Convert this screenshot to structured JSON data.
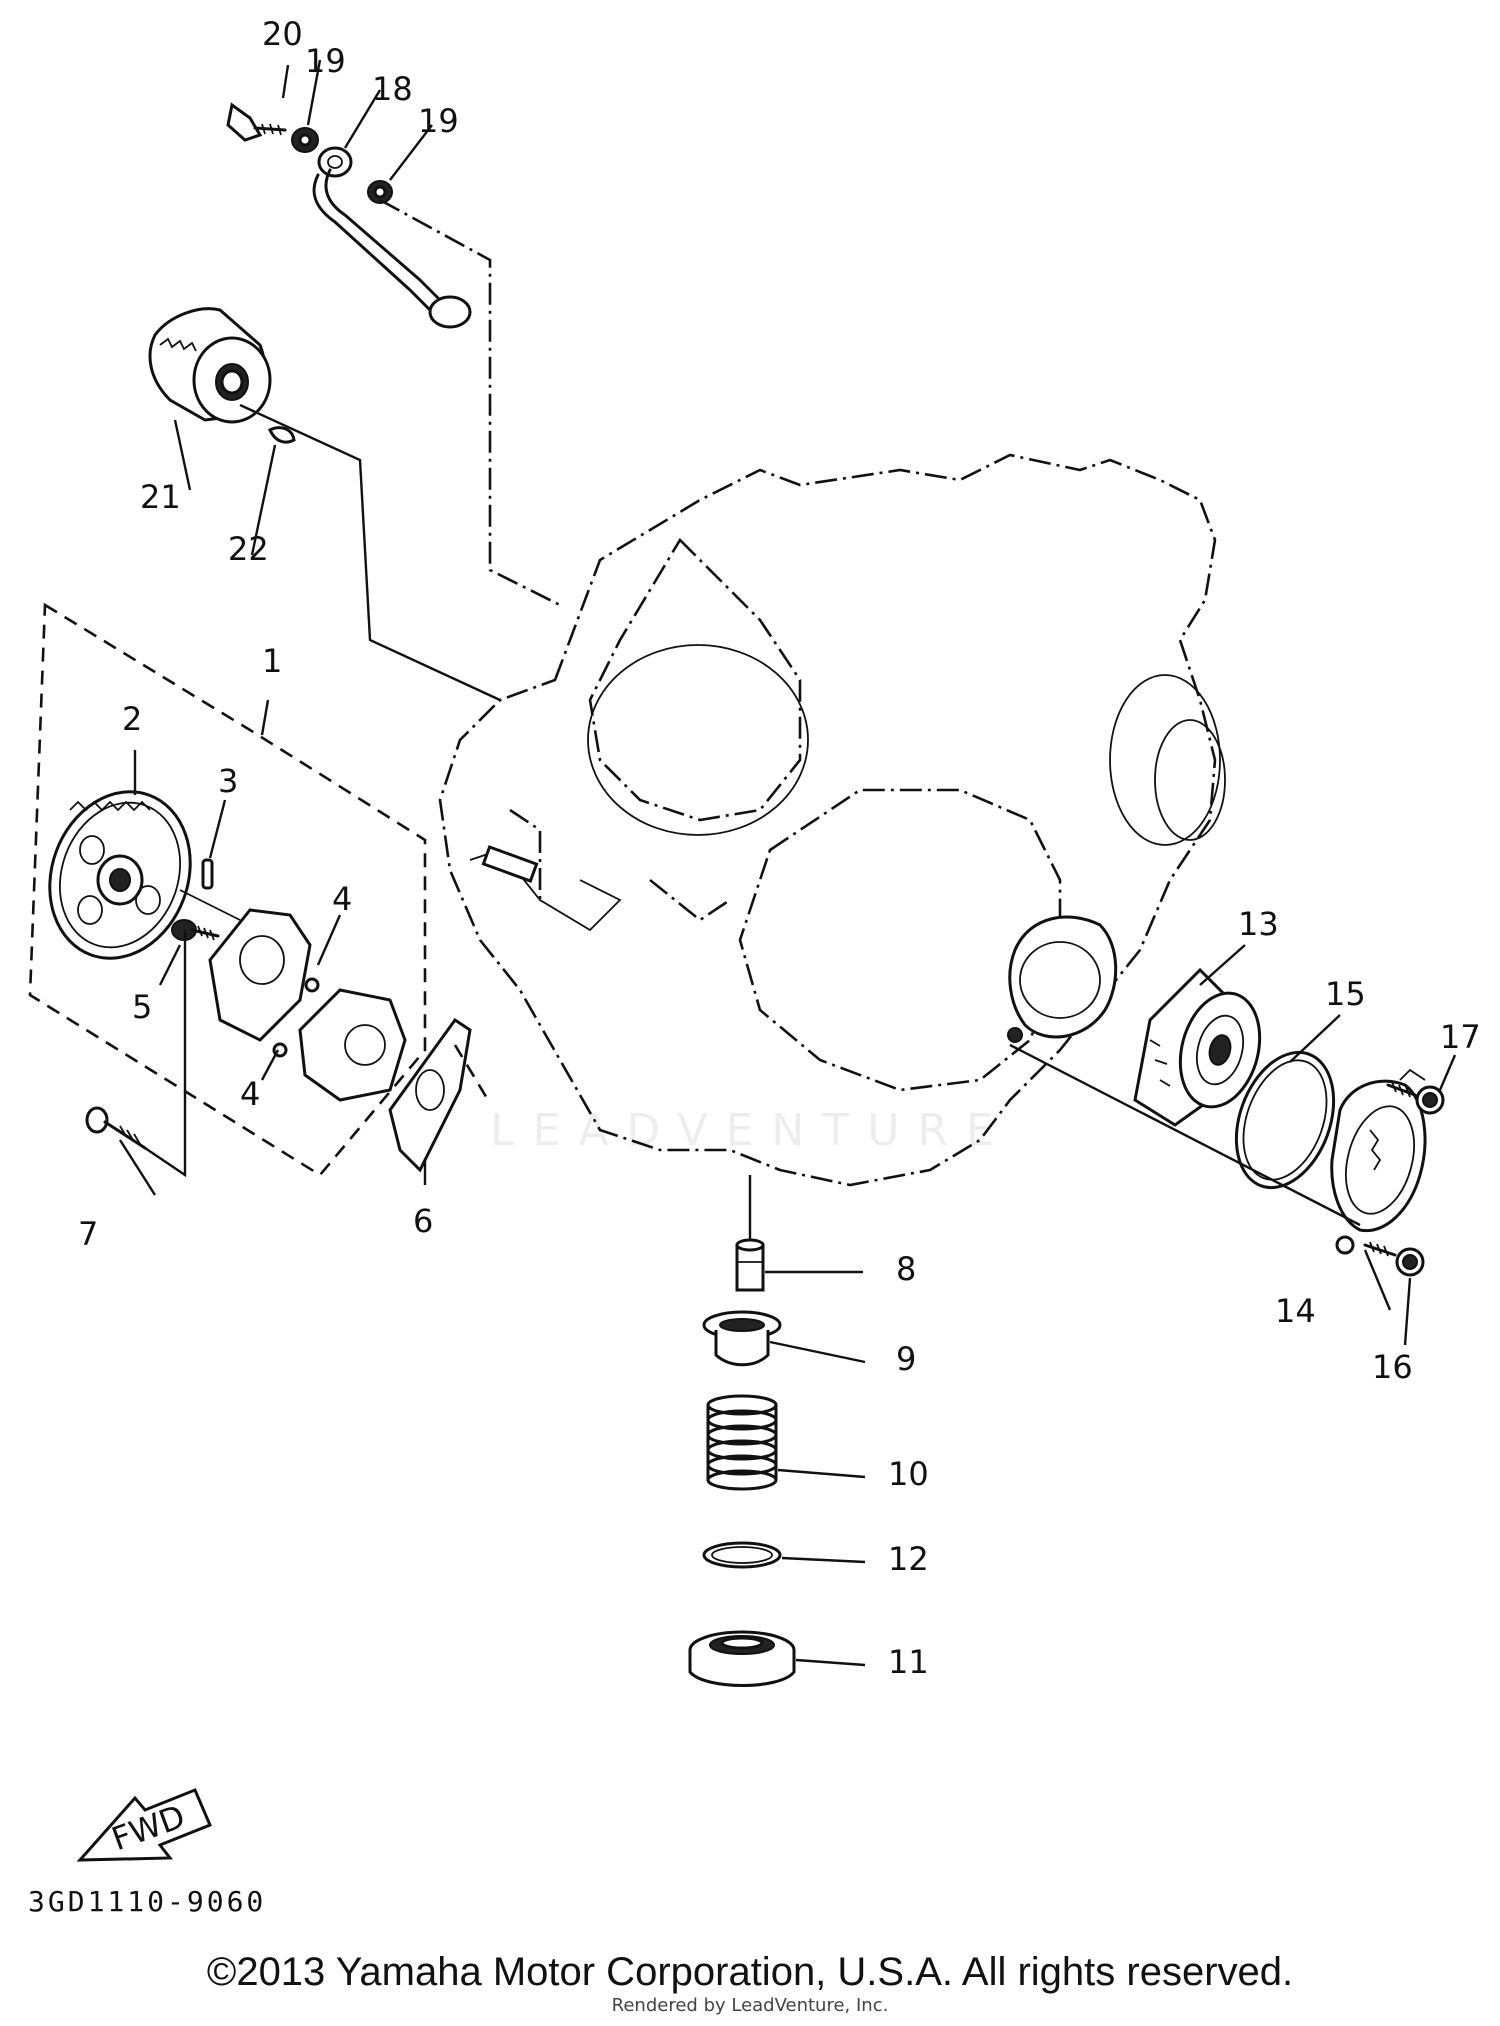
{
  "diagram": {
    "code": "3GD1110-9060",
    "copyright": "©2013 Yamaha Motor Corporation, U.S.A. All rights reserved.",
    "rendered_by": "Rendered by LeadVenture, Inc.",
    "watermark": "LEADVENTURE",
    "direction_label": "FWD"
  },
  "callouts": {
    "c1": "1",
    "c2": "2",
    "c3": "3",
    "c4a": "4",
    "c4b": "4",
    "c5": "5",
    "c6": "6",
    "c7": "7",
    "c8": "8",
    "c9": "9",
    "c10": "10",
    "c11": "11",
    "c12": "12",
    "c13": "13",
    "c14": "14",
    "c15": "15",
    "c16": "16",
    "c17": "17",
    "c18": "18",
    "c19a": "19",
    "c19b": "19",
    "c20": "20",
    "c21": "21",
    "c22": "22"
  },
  "colors": {
    "ink": "#111111",
    "paper": "#ffffff"
  }
}
